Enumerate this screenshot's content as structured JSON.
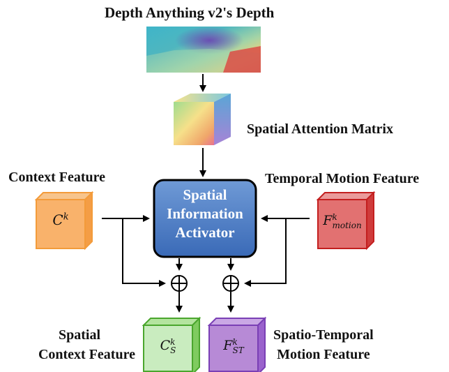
{
  "title": "Depth Anything v2's Depth",
  "spatial_attention_label": "Spatial Attention Matrix",
  "context_feature_label": "Context Feature",
  "temporal_motion_label": "Temporal Motion Feature",
  "activator": {
    "line1": "Spatial",
    "line2": "Information",
    "line3": "Activator"
  },
  "spatial_context_label": {
    "line1": "Spatial",
    "line2": "Context Feature"
  },
  "spatio_temporal_label": {
    "line1": "Spatio-Temporal",
    "line2": "Motion Feature"
  },
  "cubes": {
    "context": {
      "symbol": "C",
      "sup": "k",
      "sub": ""
    },
    "motion": {
      "symbol": "F",
      "sup": "k",
      "sub": "motion"
    },
    "spatial_context": {
      "symbol": "C",
      "sup": "k",
      "sub": "S"
    },
    "spatio_temporal": {
      "symbol": "F",
      "sup": "k",
      "sub": "ST"
    }
  },
  "colors": {
    "context_cube": "#f9b26b",
    "motion_cube": "#e27171",
    "spatial_context_cube": "#c9ecbf",
    "spatio_temporal_cube": "#b78ad6",
    "activator": "#4f7fc4"
  }
}
